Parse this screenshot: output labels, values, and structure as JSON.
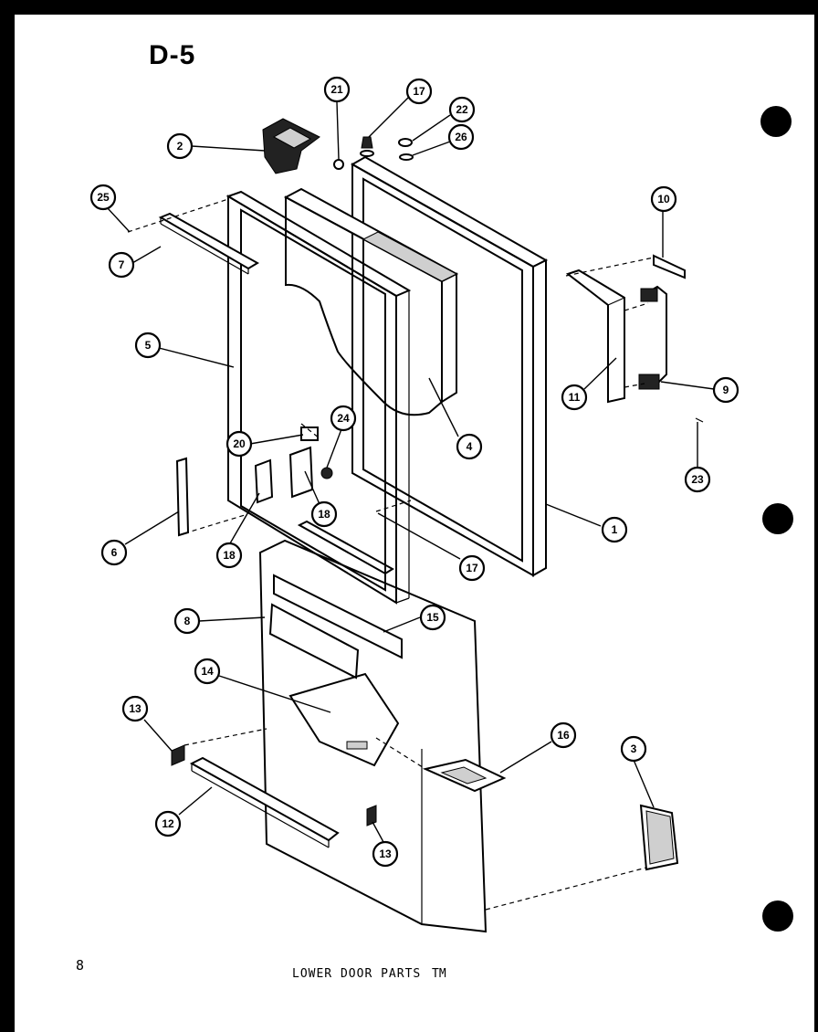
{
  "diagram": {
    "title": "D-5",
    "page_number": "8",
    "caption": "LOWER DOOR PARTS",
    "caption_code": "TM",
    "callouts": [
      {
        "id": "c1",
        "label": "1"
      },
      {
        "id": "c2",
        "label": "2"
      },
      {
        "id": "c3",
        "label": "3"
      },
      {
        "id": "c4",
        "label": "4"
      },
      {
        "id": "c5",
        "label": "5"
      },
      {
        "id": "c6",
        "label": "6"
      },
      {
        "id": "c7",
        "label": "7"
      },
      {
        "id": "c8",
        "label": "8"
      },
      {
        "id": "c9",
        "label": "9"
      },
      {
        "id": "c10",
        "label": "10"
      },
      {
        "id": "c11",
        "label": "11"
      },
      {
        "id": "c12",
        "label": "12"
      },
      {
        "id": "c13a",
        "label": "13"
      },
      {
        "id": "c13b",
        "label": "13"
      },
      {
        "id": "c14",
        "label": "14"
      },
      {
        "id": "c15",
        "label": "15"
      },
      {
        "id": "c16",
        "label": "16"
      },
      {
        "id": "c17a",
        "label": "17"
      },
      {
        "id": "c17b",
        "label": "17"
      },
      {
        "id": "c18a",
        "label": "18"
      },
      {
        "id": "c18b",
        "label": "18"
      },
      {
        "id": "c20",
        "label": "20"
      },
      {
        "id": "c21",
        "label": "21"
      },
      {
        "id": "c22",
        "label": "22"
      },
      {
        "id": "c23",
        "label": "23"
      },
      {
        "id": "c24",
        "label": "24"
      },
      {
        "id": "c25",
        "label": "25"
      },
      {
        "id": "c26",
        "label": "26"
      }
    ]
  }
}
